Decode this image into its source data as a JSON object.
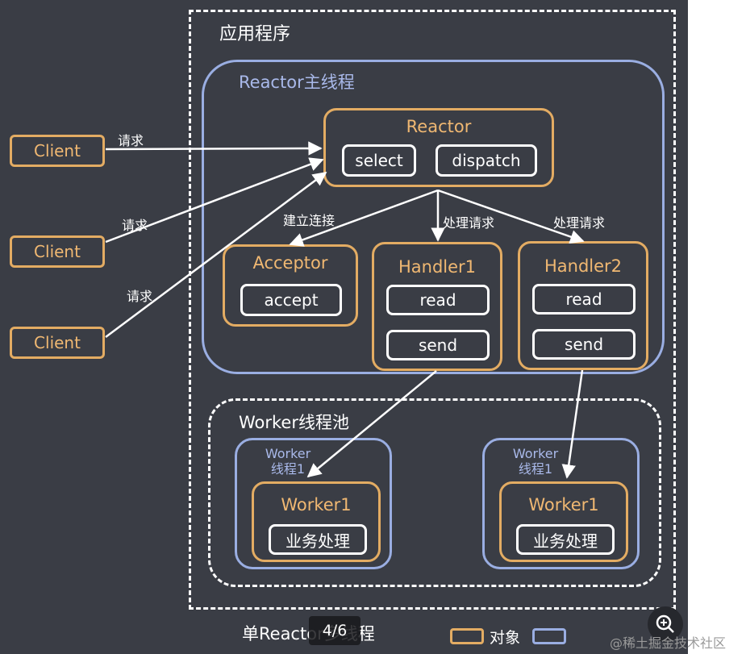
{
  "app": {
    "title": "应用程序"
  },
  "reactor_thread": {
    "title": "Reactor主线程"
  },
  "reactor": {
    "title": "Reactor",
    "methods": [
      "select",
      "dispatch"
    ]
  },
  "acceptor": {
    "title": "Acceptor",
    "method": "accept"
  },
  "handlers": [
    {
      "title": "Handler1",
      "methods": [
        "read",
        "send"
      ]
    },
    {
      "title": "Handler2",
      "methods": [
        "read",
        "send"
      ]
    }
  ],
  "clients": [
    {
      "label": "Client",
      "request_label": "请求"
    },
    {
      "label": "Client",
      "request_label": "请求"
    },
    {
      "label": "Client",
      "request_label": "请求"
    }
  ],
  "edge_labels": {
    "to_acceptor": "建立连接",
    "to_handler1": "处理请求",
    "to_handler2": "处理请求"
  },
  "worker_pool": {
    "title": "Worker线程池",
    "threads": [
      {
        "label_line1": "Worker",
        "label_line2": "线程1",
        "worker_title": "Worker1",
        "task": "业务处理"
      },
      {
        "label_line1": "Worker",
        "label_line2": "线程1",
        "worker_title": "Worker1",
        "task": "业务处理"
      }
    ]
  },
  "caption": "单Reactor多线程",
  "page_indicator": "4/6",
  "legend": {
    "object_label": "对象"
  },
  "watermark": "@稀土掘金技术社区",
  "colors": {
    "background": "#3a3d45",
    "object_border": "#e3ac63",
    "thread_border": "#9aaee2",
    "arrow": "#ffffff"
  }
}
